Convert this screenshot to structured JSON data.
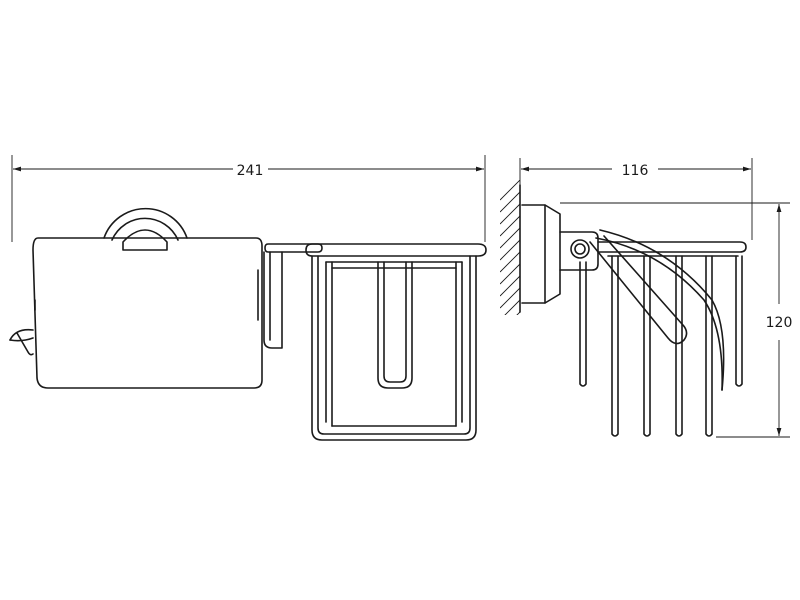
{
  "dimensions": {
    "width_front": "241",
    "depth_side": "116",
    "height_side": "120"
  }
}
